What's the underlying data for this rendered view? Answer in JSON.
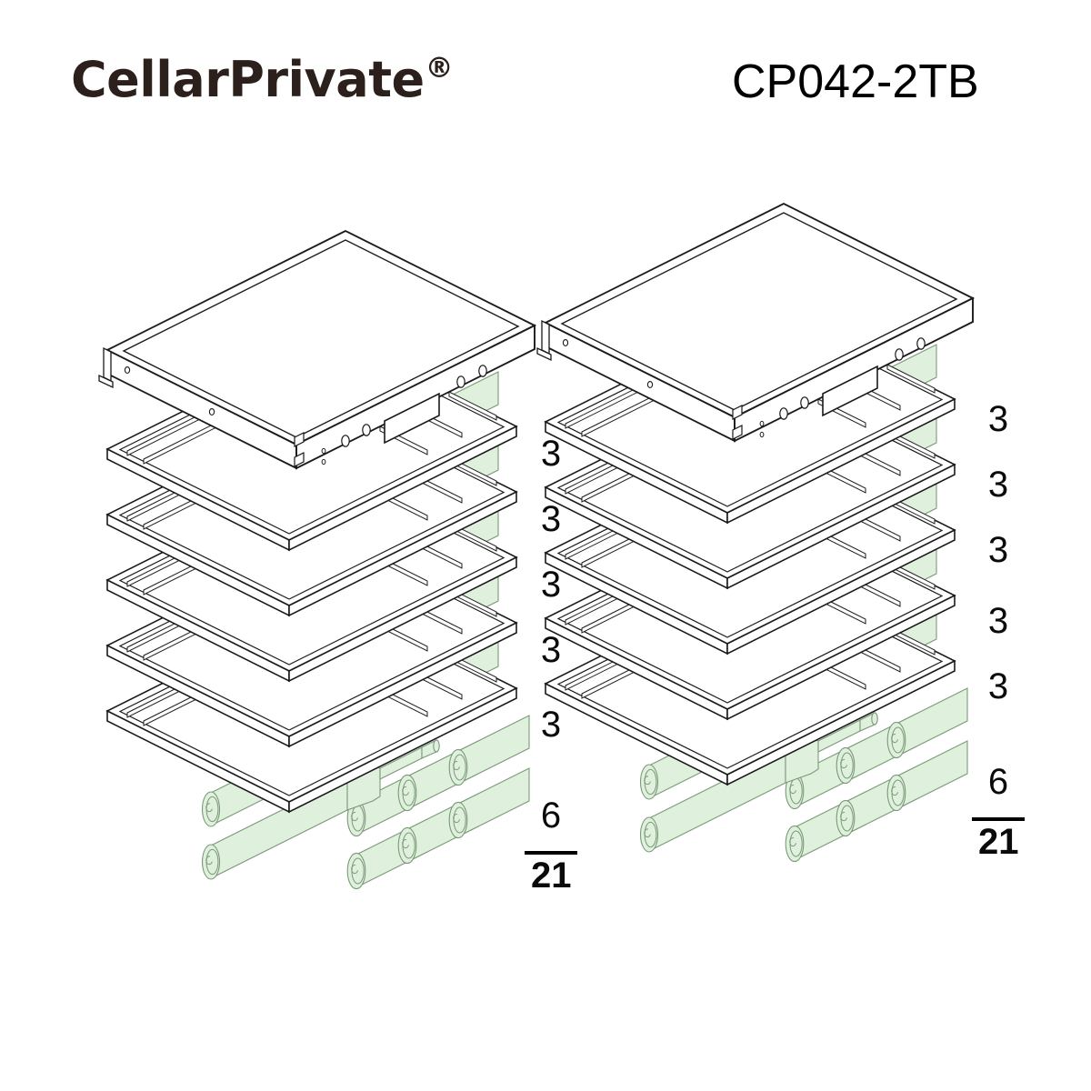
{
  "header": {
    "brand_name": "CellarPrivate",
    "brand_mark": "®",
    "model": "CP042-2TB"
  },
  "colors": {
    "bottle_fill": "#dff0dc",
    "bottle_stroke": "#7b9a79",
    "metal_fill": "#ffffff",
    "metal_stroke": "#1a1a1a",
    "brand_text": "#2b201b",
    "model_text": "#000000",
    "background": "#ffffff"
  },
  "diagrams": [
    {
      "id": "left-rack",
      "name": "wine-rack-left",
      "shelf_labels": [
        "3",
        "3",
        "3",
        "3",
        "3"
      ],
      "bulk_label": "6",
      "total_label": "21",
      "shelf_count": 5,
      "bottles_per_shelf": 3,
      "bulk_bottles": 6
    },
    {
      "id": "right-rack",
      "name": "wine-rack-right",
      "shelf_labels": [
        "3",
        "3",
        "3",
        "3",
        "3"
      ],
      "bulk_label": "6",
      "total_label": "21",
      "shelf_count": 5,
      "bottles_per_shelf": 3,
      "bulk_bottles": 6
    }
  ]
}
